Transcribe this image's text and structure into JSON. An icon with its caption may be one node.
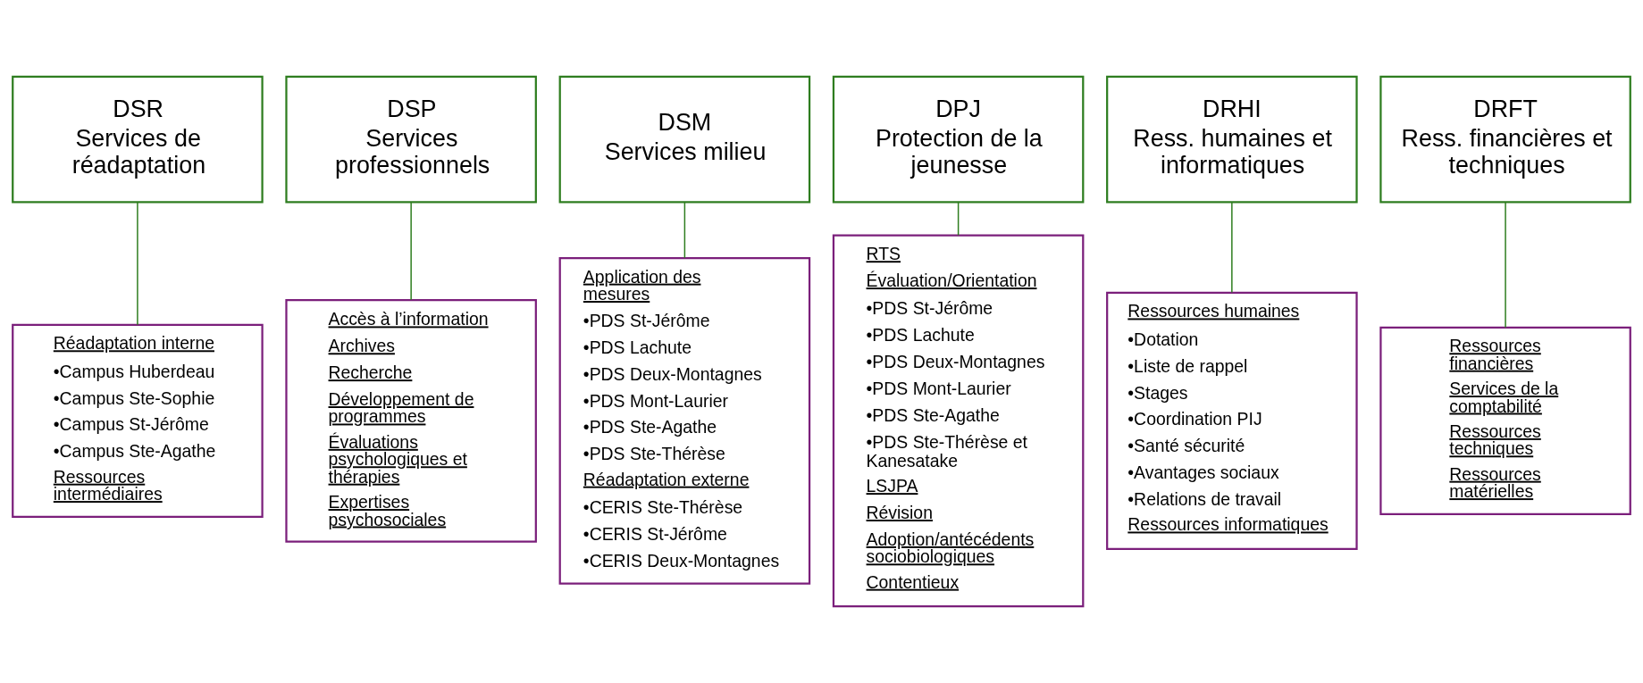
{
  "diagram": {
    "nodes": [
      {
        "text": [
          "DSR",
          "Services de réadaptation"
        ]
      },
      {
        "text": [
          "DSP",
          "Services professionnels"
        ]
      },
      {
        "text": [
          "DSM",
          "Services milieu"
        ]
      },
      {
        "text": [
          "DPJ",
          "Protection de la jeunesse"
        ]
      },
      {
        "text": [
          "DRHI",
          "Ress. humaines et informatiques"
        ]
      },
      {
        "text": [
          "DRFT",
          "Ress. financières et techniques"
        ]
      },
      {
        "text": [
          "Réadaptation interne",
          "•Campus Huberdeau",
          "•Campus Ste-Sophie",
          "•Campus St-Jérôme",
          "•Campus Ste-Agathe",
          "Ressources intermédiaires"
        ]
      },
      {
        "text": [
          "Accès à l’information",
          "Archives",
          "Recherche",
          "Développement de programmes",
          "Évaluations psychologiques et thérapies",
          "Expertises psychosociales"
        ]
      },
      {
        "text": [
          "Application des mesures",
          "•PDS St-Jérôme",
          "•PDS Lachute",
          "•PDS Deux-Montagnes",
          "•PDS Mont-Laurier",
          "•PDS Ste-Agathe",
          "•PDS Ste-Thérèse",
          "Réadaptation externe",
          "•CERIS Ste-Thérèse",
          "•CERIS St-Jérôme",
          "•CERIS Deux-Montagnes"
        ]
      },
      {
        "text": [
          "RTS",
          "Évaluation/Orientation",
          "•PDS St-Jérôme",
          "•PDS Lachute",
          "•PDS Deux-Montagnes",
          "•PDS Mont-Laurier",
          "•PDS Ste-Agathe",
          "•PDS Ste-Thérèse et Kanesatake",
          "LSJPA",
          "Révision",
          "Adoption/antécédents sociobiologiques",
          "Contentieux"
        ]
      },
      {
        "text": [
          "Ressources humaines",
          "•Dotation",
          "•Liste de rappel",
          "•Stages",
          "•Coordination PIJ",
          "•Santé sécurité",
          "•Avantages sociaux",
          "•Relations de travail",
          "Ressources informatiques"
        ]
      },
      {
        "text": [
          "Ressources financières",
          "Services de la comptabilité",
          "Ressources techniques",
          "Ressources matérielles"
        ]
      }
    ],
    "edges": [
      {
        "from": 0,
        "to": 6,
        "arrow": "none"
      },
      {
        "from": 1,
        "to": 7,
        "arrow": "none"
      },
      {
        "from": 2,
        "to": 8,
        "arrow": "none"
      },
      {
        "from": 3,
        "to": 9,
        "arrow": "none"
      },
      {
        "from": 4,
        "to": 10,
        "arrow": "none"
      },
      {
        "from": 5,
        "to": 11,
        "arrow": "none"
      }
    ]
  }
}
